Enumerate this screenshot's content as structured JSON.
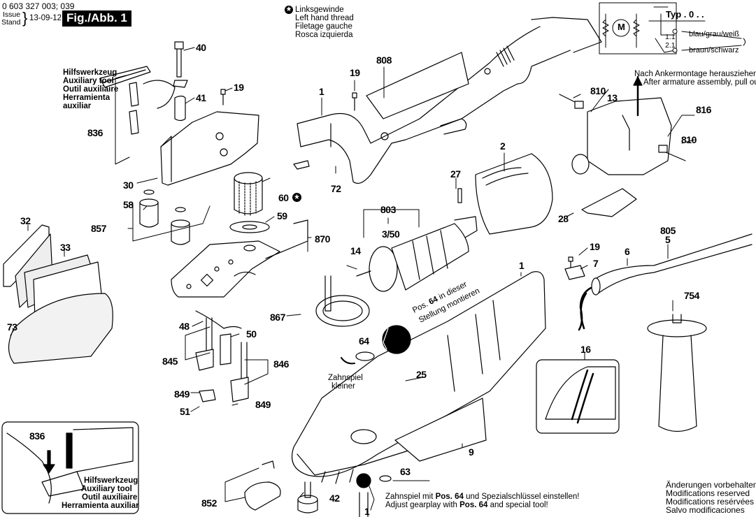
{
  "header": {
    "part_number": "0 603 327 003; 039",
    "issue_label_1": "Issue",
    "issue_label_2": "Stand",
    "issue_date": "13-09-12",
    "figure_label": "Fig./Abb. 1"
  },
  "legend_left_hand_thread": {
    "icon": "star-in-circle-icon",
    "lines": [
      "Linksgewinde",
      "Left hand thread",
      "Filetage gauche",
      "Rosca izquierda"
    ]
  },
  "wiring": {
    "type_label": "Typ . 0 . .",
    "motor_label": "M",
    "terminal_1": "1.1",
    "terminal_2": "2.1",
    "wire_1": "blau/grau/weiß",
    "wire_2": "braun/schwarz"
  },
  "notes": {
    "pull_out_de": "Nach Ankermontage herausziehen!",
    "pull_out_en": "After armature assembly, pull out!",
    "pos64_line1_a": "Pos. ",
    "pos64_line1_b": "64",
    "pos64_line1_c": " in dieser",
    "pos64_line2": "Stellung montieren",
    "gearplay_small_1": "Zahnspiel",
    "gearplay_small_2": "kleiner",
    "gearplay_de_a": "Zahnspiel mit ",
    "gearplay_de_b": "Pos. 64",
    "gearplay_de_c": " und Spezialschlüssel einstellen!",
    "gearplay_en_a": "Adjust gearplay with ",
    "gearplay_en_b": "Pos. 64",
    "gearplay_en_c": " and special tool!"
  },
  "auxiliary_tool": {
    "lines": [
      "Hilfswerkzeug",
      "Auxiliary tool",
      "Outil auxiliaire",
      "Herramienta",
      "auxiliar"
    ]
  },
  "inset_auxiliary": {
    "part": "836",
    "lines": [
      "Hilfswerkzeug",
      "Auxiliary tool",
      "Outil auxiliaire",
      "Herramienta auxiliar"
    ]
  },
  "footer_notice": {
    "lines": [
      "Änderungen vorbehalten",
      "Modifications reserved",
      "Modifications resérvées",
      "Salvo modificaciones"
    ]
  },
  "part_labels": {
    "p40": "40",
    "p41": "41",
    "p19a": "19",
    "p836": "836",
    "p30": "30",
    "p60": "60",
    "p59": "59",
    "p58": "58",
    "p857": "857",
    "p870": "870",
    "p32": "32",
    "p33": "33",
    "p73": "73",
    "p48": "48",
    "p50": "50",
    "p845": "845",
    "p846": "846",
    "p849a": "849",
    "p849b": "849",
    "p51": "51",
    "p852": "852",
    "p42": "42",
    "p1a": "1",
    "p19b": "19",
    "p808": "808",
    "p72": "72",
    "p2": "2",
    "p27": "27",
    "p803": "803",
    "p3_50": "3/50",
    "p14": "14",
    "p867": "867",
    "p64": "64",
    "p25": "25",
    "p9": "9",
    "p63": "63",
    "p1c": "1",
    "p1b": "1",
    "p19c": "19",
    "p7": "7",
    "p6": "6",
    "p805": "805",
    "p5": "5",
    "p754": "754",
    "p16": "16",
    "p810a": "810",
    "p13": "13",
    "p816": "816",
    "p810b": "810",
    "p28": "28"
  }
}
